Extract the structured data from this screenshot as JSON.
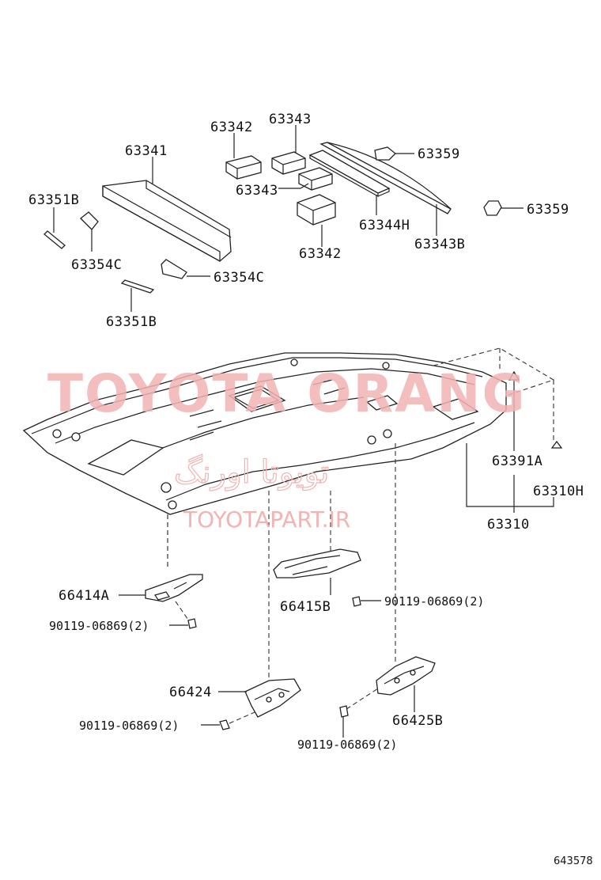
{
  "watermark": {
    "brand": "TOYOTA ORANG",
    "brand_fa": "تویوتا اورنگ",
    "url": "TOYOTAPART.IR"
  },
  "diagram_ref": "643578",
  "labels": {
    "p63342_top": "63342",
    "p63343_top": "63343",
    "p63341": "63341",
    "p63359_a": "63359",
    "p63351B_left": "63351B",
    "p63343_mid": "63343",
    "p63359_b": "63359",
    "p63344H": "63344H",
    "p63343B": "63343B",
    "p63354C_left": "63354C",
    "p63342_bot": "63342",
    "p63354C_right": "63354C",
    "p63351B_bot": "63351B",
    "p63391A": "63391A",
    "p63310H": "63310H",
    "p63310": "63310",
    "p66414A": "66414A",
    "p66415B": "66415B",
    "bolt_a": "90119-06869(2)",
    "bolt_b": "90119-06869(2)",
    "p66424": "66424",
    "bolt_c": "90119-06869(2)",
    "p66425B": "66425B",
    "bolt_d": "90119-06869(2)"
  }
}
